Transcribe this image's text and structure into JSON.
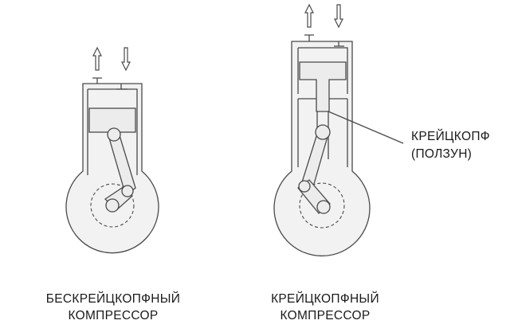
{
  "diagram": {
    "left_compressor": {
      "caption_line1": "БЕСКРЕЙЦКОПФНЫЙ",
      "caption_line2": "КОМПРЕССОР"
    },
    "right_compressor": {
      "caption_line1": "КРЕЙЦКОПФНЫЙ",
      "caption_line2": "КОМПРЕССОР"
    },
    "crosshead_callout": {
      "line1": "КРЕЙЦКОПФ",
      "line2": "(ПОЛЗУН)"
    },
    "colors": {
      "stroke": "#4a4a4a",
      "fill": "#f2f2f2",
      "text": "#1a1a1a"
    }
  }
}
